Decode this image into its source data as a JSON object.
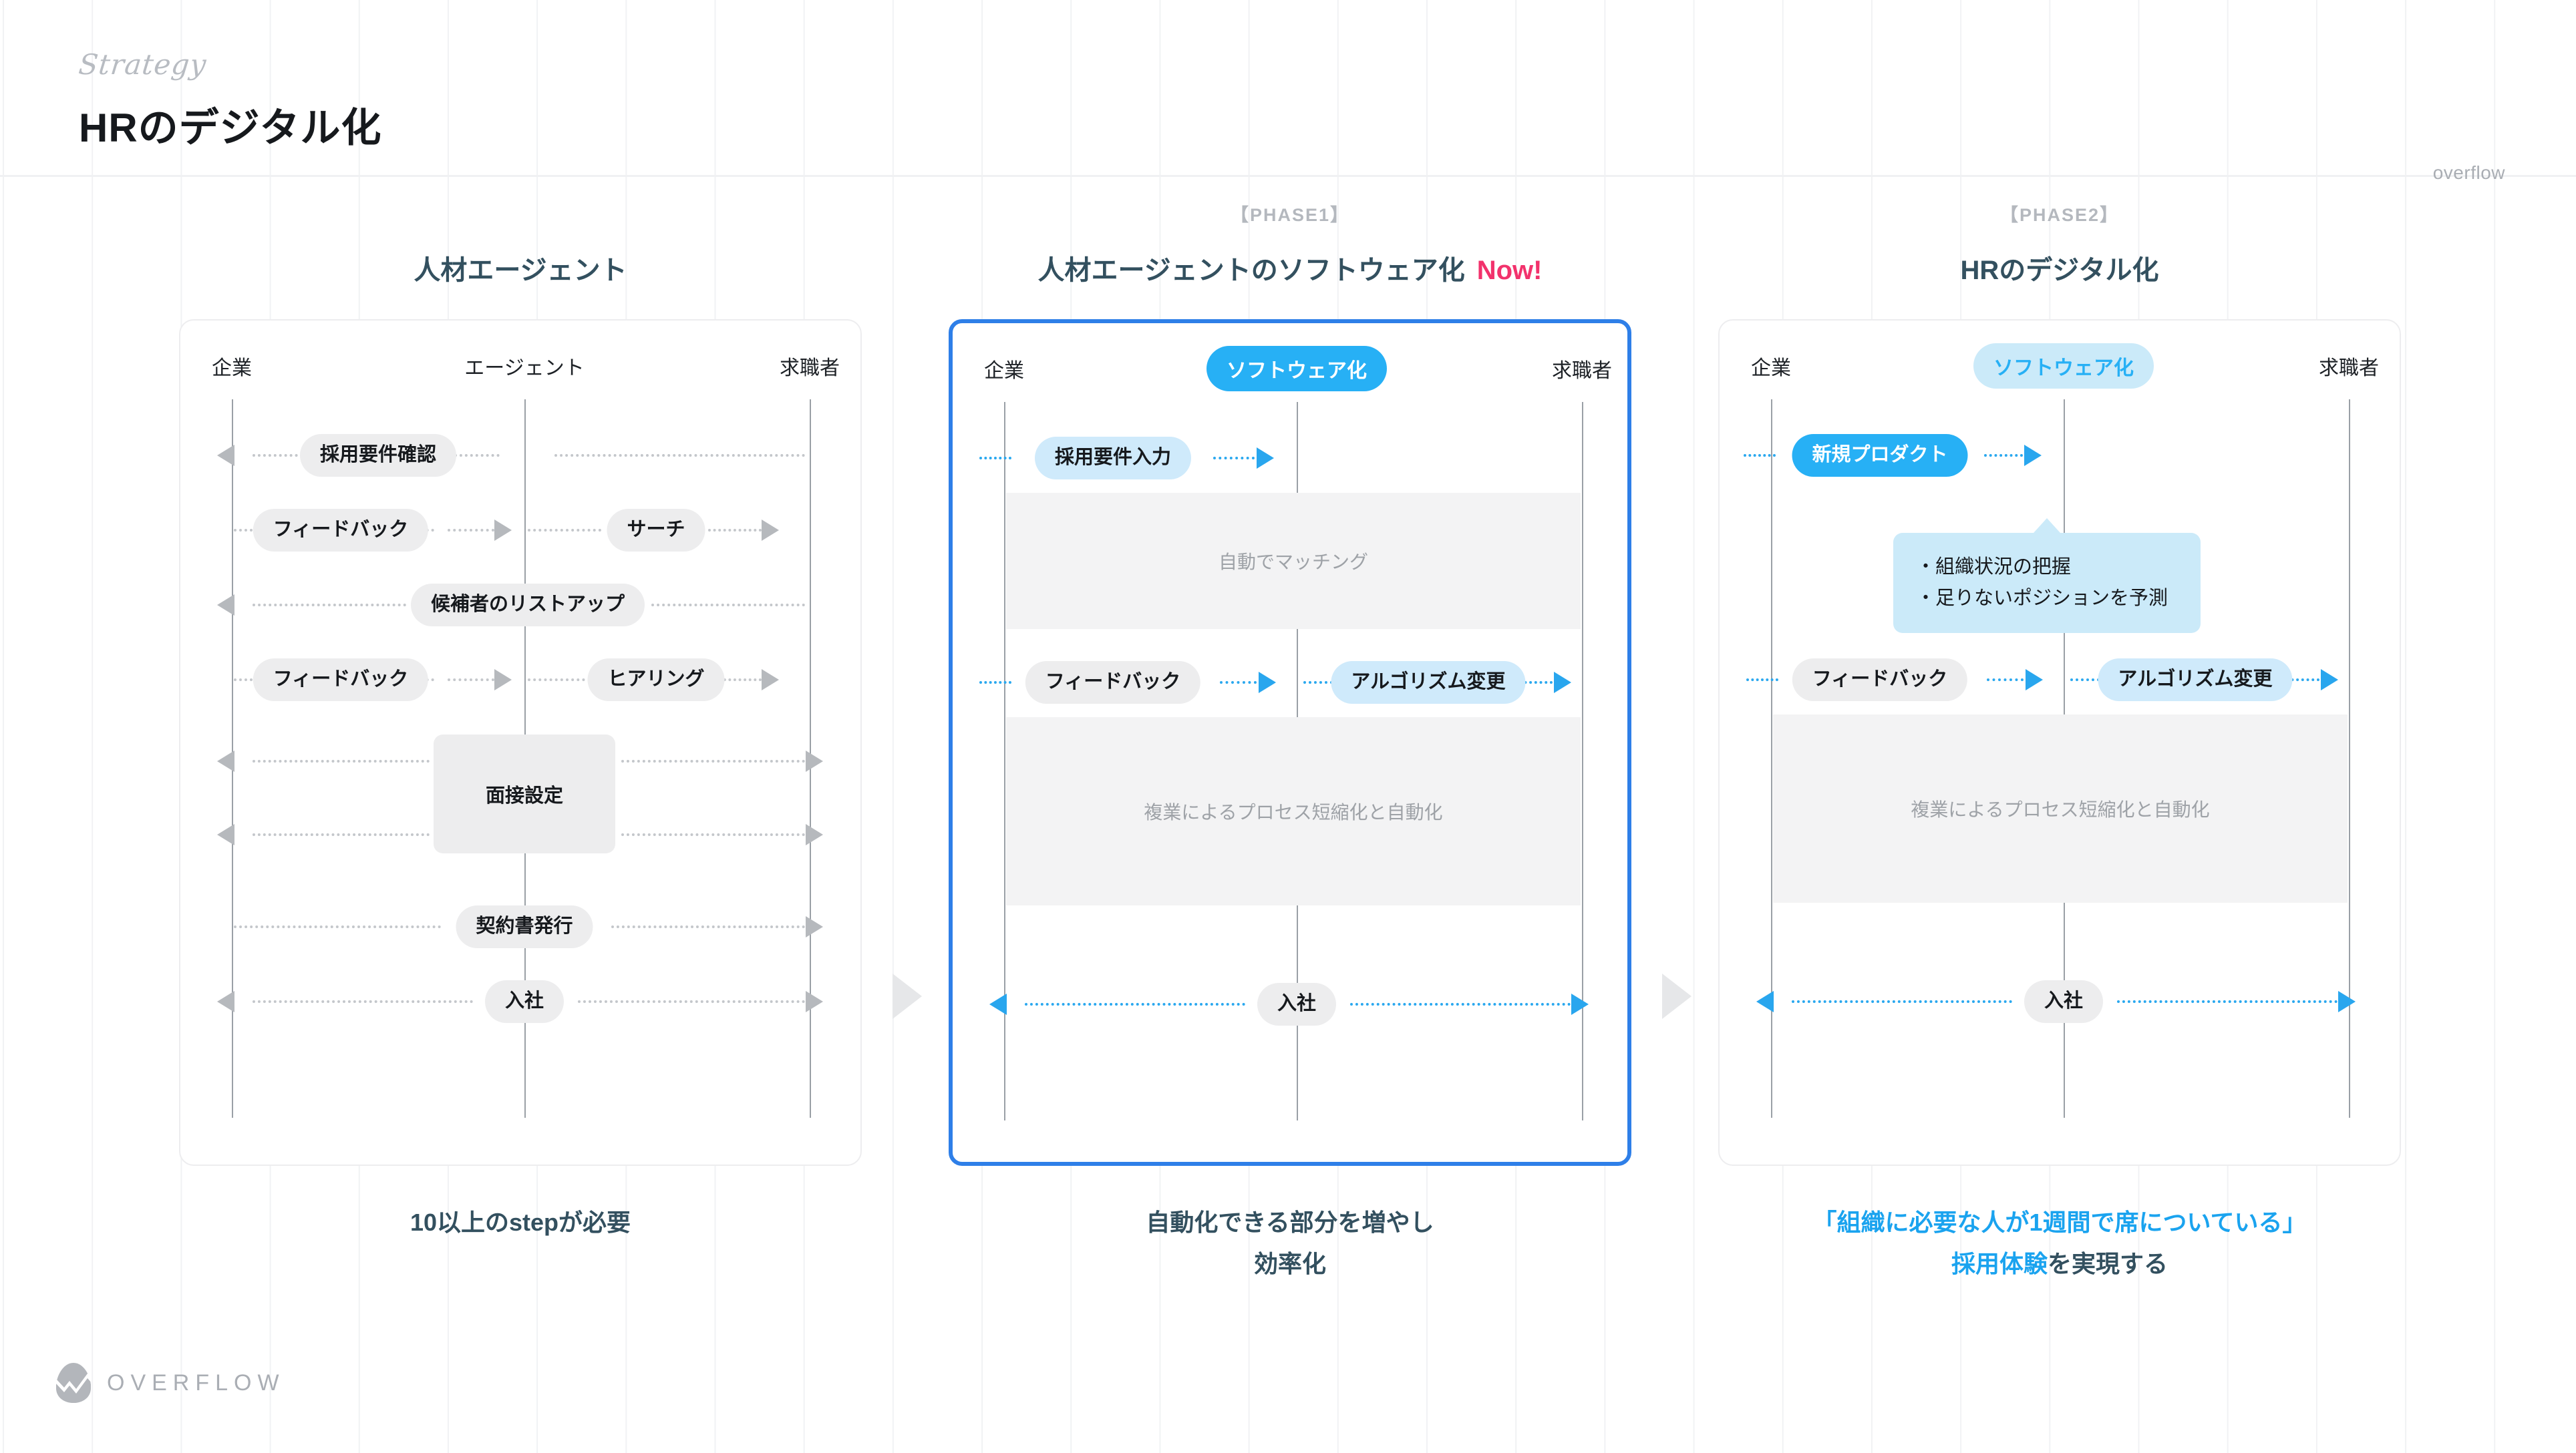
{
  "header": {
    "eyebrow": "Strategy",
    "title": "HRのデジタル化",
    "brand_top_right": "overflow"
  },
  "footer": {
    "logo_word": "OVERFLOW",
    "logo_icon": "egg-zigzag-logo-icon"
  },
  "theme": {
    "accent_blue": "#27b0f5",
    "deep_blue": "#2e7fe8",
    "pink": "#f2326c",
    "title_slate": "#33505f",
    "pill_grey": "#ededee",
    "zone_grey": "#f3f3f4",
    "soft_blue": "#cbeaf9",
    "grid_line": "#f1f2f4"
  },
  "columns": [
    {
      "phase": "",
      "title": "人材エージェント",
      "now_label": "",
      "highlighted": false,
      "actors": [
        {
          "label": "企業",
          "style": "plain"
        },
        {
          "label": "エージェント",
          "style": "plain"
        },
        {
          "label": "求職者",
          "style": "plain"
        }
      ],
      "steps": [
        {
          "label": "採用要件確認",
          "kind": "pill"
        },
        {
          "label": "フィードバック",
          "kind": "pill"
        },
        {
          "label": "サーチ",
          "kind": "pill"
        },
        {
          "label": "候補者のリストアップ",
          "kind": "pill"
        },
        {
          "label": "フィードバック",
          "kind": "pill"
        },
        {
          "label": "ヒアリング",
          "kind": "pill"
        },
        {
          "label": "面接設定",
          "kind": "box"
        },
        {
          "label": "契約書発行",
          "kind": "pill"
        },
        {
          "label": "入社",
          "kind": "pill"
        }
      ],
      "caption": [
        "10以上のstepが必要"
      ]
    },
    {
      "phase": "【PHASE1】",
      "title": "人材エージェントのソフトウェア化",
      "now_label": "Now!",
      "highlighted": true,
      "actors": [
        {
          "label": "企業",
          "style": "plain"
        },
        {
          "label": "ソフトウェア化",
          "style": "badge-solid"
        },
        {
          "label": "求職者",
          "style": "plain"
        }
      ],
      "steps": [
        {
          "label": "採用要件入力",
          "kind": "pill-soft-blue"
        },
        {
          "label": "自動でマッチング",
          "kind": "zone"
        },
        {
          "label": "フィードバック",
          "kind": "pill"
        },
        {
          "label": "アルゴリズム変更",
          "kind": "pill-soft-blue"
        },
        {
          "label": "複業によるプロセス短縮化と自動化",
          "kind": "zone"
        },
        {
          "label": "入社",
          "kind": "pill"
        }
      ],
      "caption": [
        "自動化できる部分を増やし",
        "効率化"
      ]
    },
    {
      "phase": "【PHASE2】",
      "title": "HRのデジタル化",
      "now_label": "",
      "highlighted": false,
      "actors": [
        {
          "label": "企業",
          "style": "plain"
        },
        {
          "label": "ソフトウェア化",
          "style": "badge-soft"
        },
        {
          "label": "求職者",
          "style": "plain"
        }
      ],
      "steps": [
        {
          "label": "新規プロダクト",
          "kind": "pill-solid-blue"
        },
        {
          "label": "フィードバック",
          "kind": "pill"
        },
        {
          "label": "アルゴリズム変更",
          "kind": "pill-soft-blue"
        },
        {
          "label": "複業によるプロセス短縮化と自動化",
          "kind": "zone"
        },
        {
          "label": "入社",
          "kind": "pill"
        }
      ],
      "callout": {
        "bullets": [
          "・組織状況の把握",
          "・足りないポジションを予測"
        ]
      },
      "caption_rich": {
        "line1": "「組織に必要な人が1週間で席についている」",
        "line2_accent": "採用体験",
        "line2_rest": "を実現する"
      }
    }
  ]
}
